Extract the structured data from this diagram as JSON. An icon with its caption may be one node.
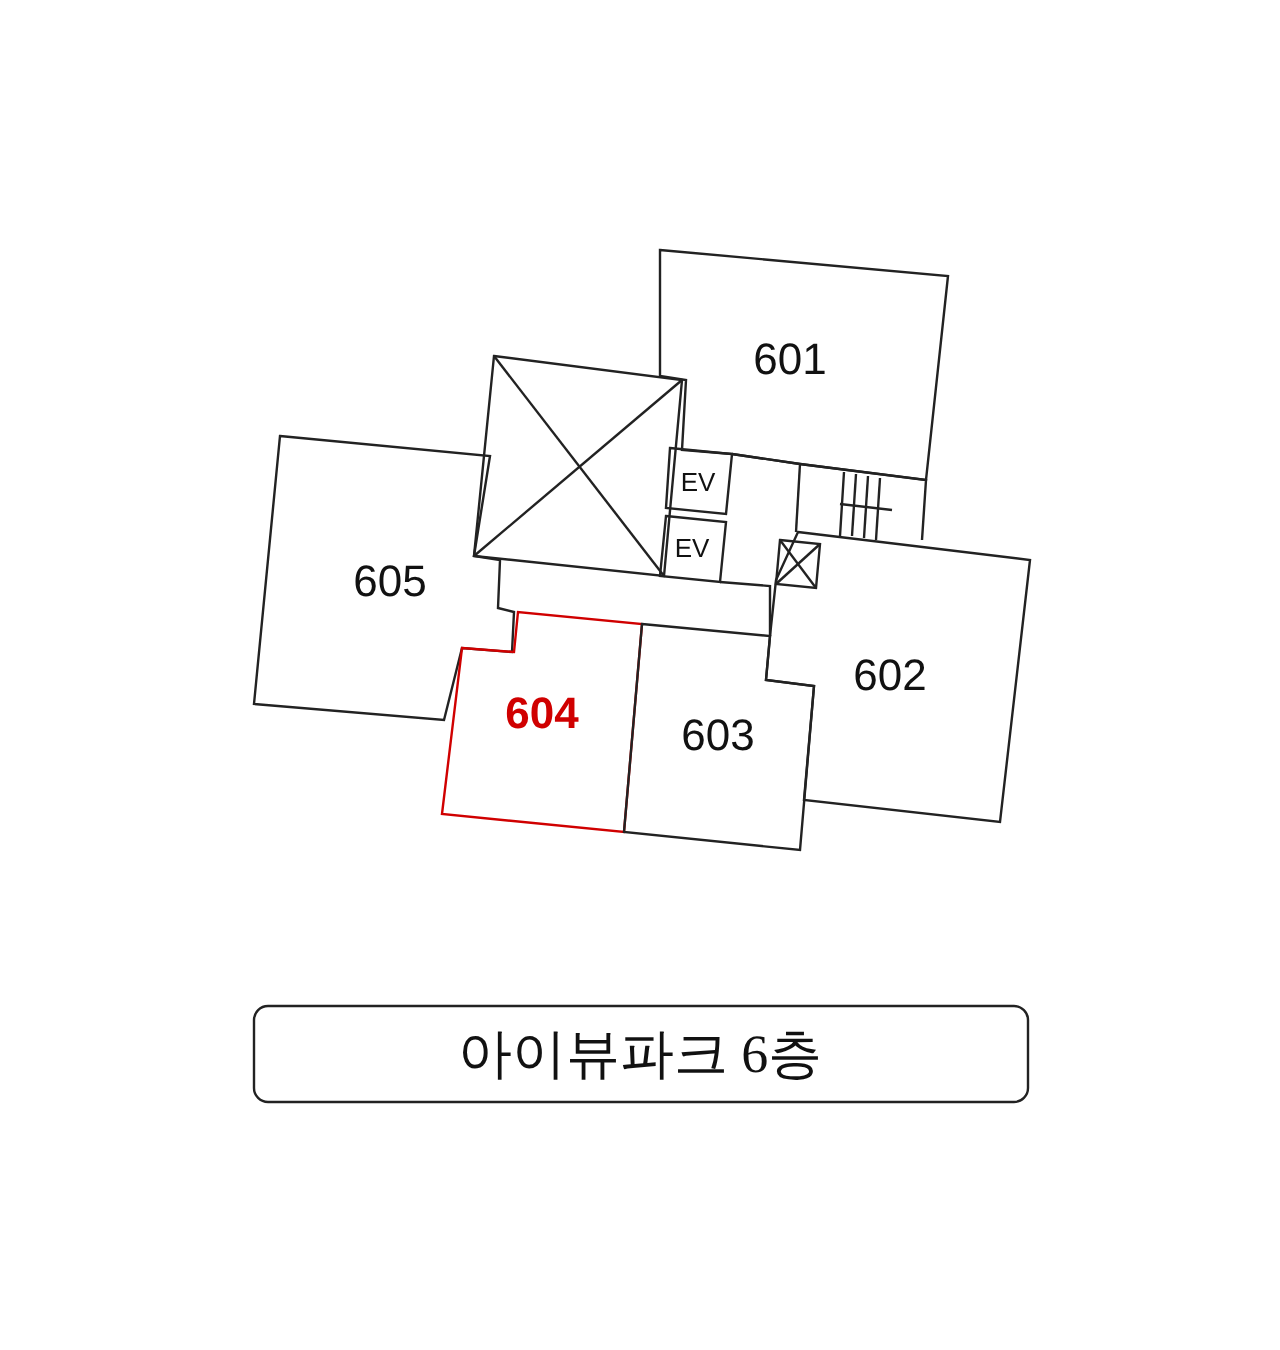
{
  "diagram": {
    "nodes": [
      {
        "text": [
          "601"
        ]
      },
      {
        "text": [
          "EV"
        ]
      },
      {
        "text": [
          "EV"
        ]
      },
      {
        "text": [
          "605"
        ]
      },
      {
        "text": [
          "602"
        ]
      },
      {
        "text": [
          "604"
        ]
      },
      {
        "text": [
          "603"
        ]
      },
      {
        "text": [
          "아이뷰파크 6층"
        ]
      }
    ]
  }
}
